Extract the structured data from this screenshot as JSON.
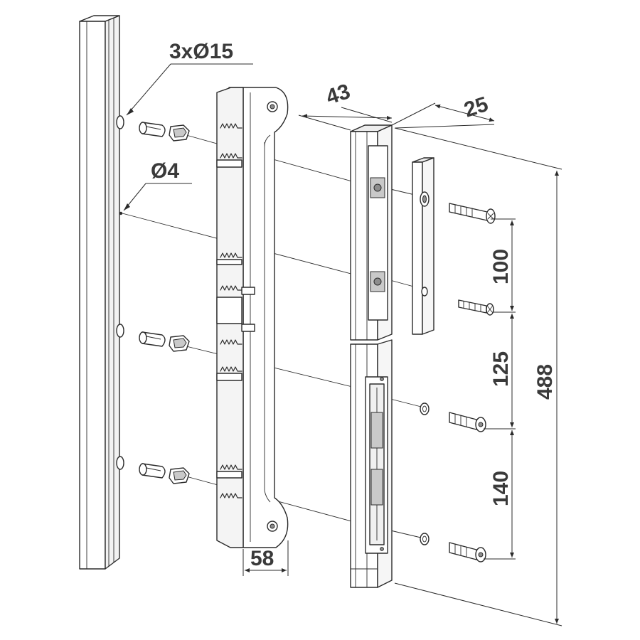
{
  "labels": {
    "holes_large": "3xØ15",
    "hole_small": "Ø4",
    "width_top": "43",
    "depth_top": "25",
    "spacing_1": "100",
    "spacing_2": "125",
    "spacing_3": "140",
    "total_height": "488",
    "bracket_width": "58"
  }
}
